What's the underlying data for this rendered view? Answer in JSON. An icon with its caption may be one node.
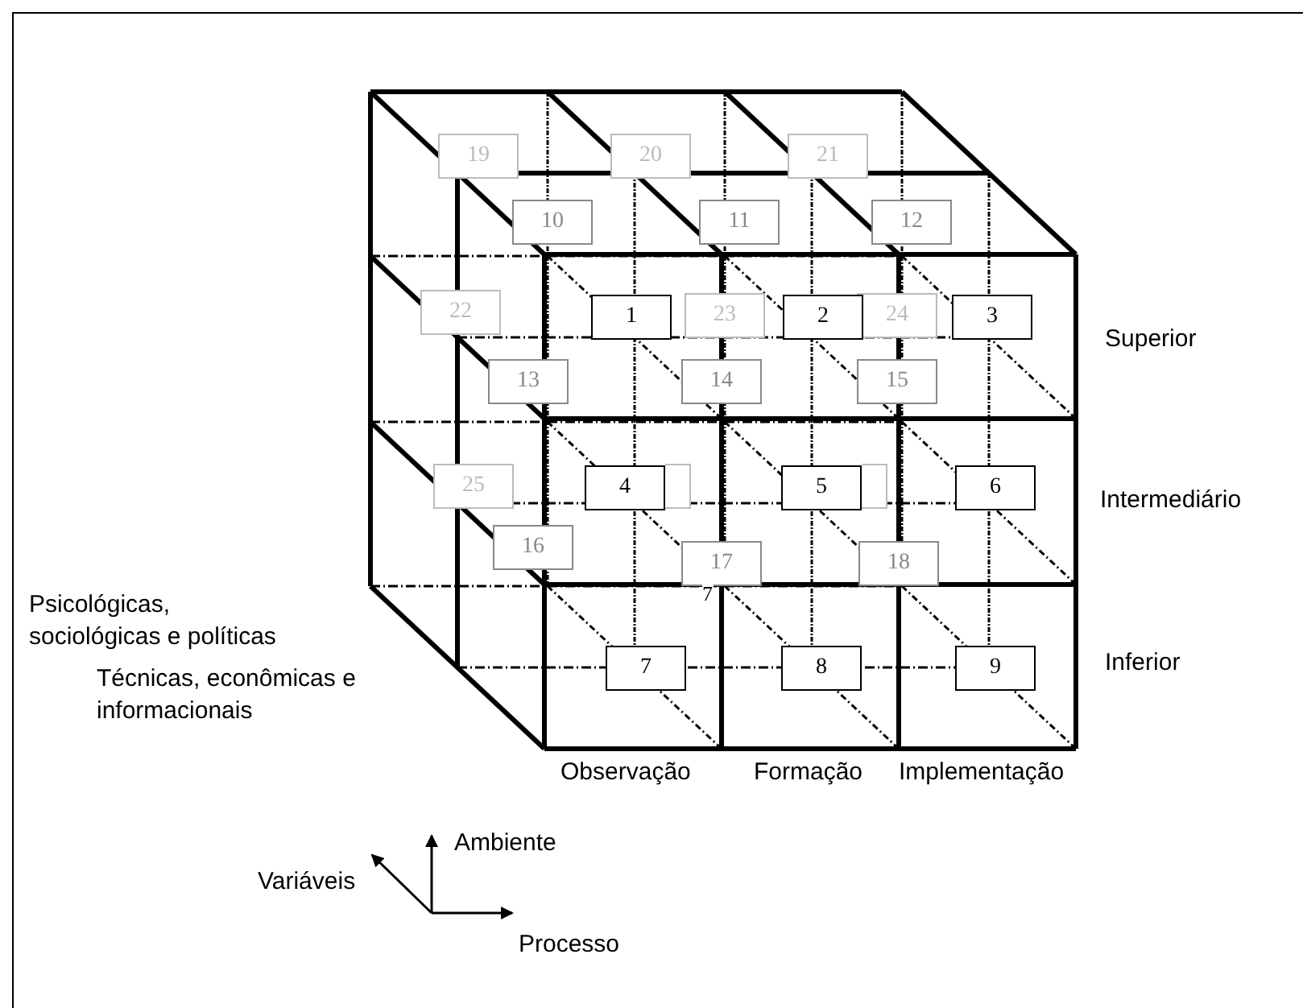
{
  "diagram": {
    "nodes": [
      {
        "text": [
          "1"
        ]
      },
      {
        "text": [
          "2"
        ]
      },
      {
        "text": [
          "3"
        ]
      },
      {
        "text": [
          "4"
        ]
      },
      {
        "text": [
          "5"
        ]
      },
      {
        "text": [
          "6"
        ]
      },
      {
        "text": [
          "7"
        ]
      },
      {
        "text": [
          "8"
        ]
      },
      {
        "text": [
          "9"
        ]
      },
      {
        "text": [
          "10"
        ]
      },
      {
        "text": [
          "11"
        ]
      },
      {
        "text": [
          "12"
        ]
      },
      {
        "text": [
          "13"
        ]
      },
      {
        "text": [
          "14"
        ]
      },
      {
        "text": [
          "15"
        ]
      },
      {
        "text": [
          "16"
        ]
      },
      {
        "text": [
          "17"
        ]
      },
      {
        "text": [
          "18"
        ]
      },
      {
        "text": [
          "19"
        ]
      },
      {
        "text": [
          "20"
        ]
      },
      {
        "text": [
          "21"
        ]
      },
      {
        "text": [
          "22"
        ]
      },
      {
        "text": [
          "23"
        ]
      },
      {
        "text": [
          "24"
        ]
      },
      {
        "text": [
          "25"
        ]
      },
      {
        "text": [],
        "shape": "box"
      },
      {
        "text": [],
        "shape": "box"
      }
    ],
    "labels": [
      "Superior",
      "Intermediário",
      "7",
      "Psicológicas, sociológicas e políticas",
      "Inferior",
      "Técnicas, econômicas e informacionais",
      "Observação",
      "Formação",
      "Implementação",
      "Ambiente",
      "Variáveis",
      "Processo"
    ]
  }
}
